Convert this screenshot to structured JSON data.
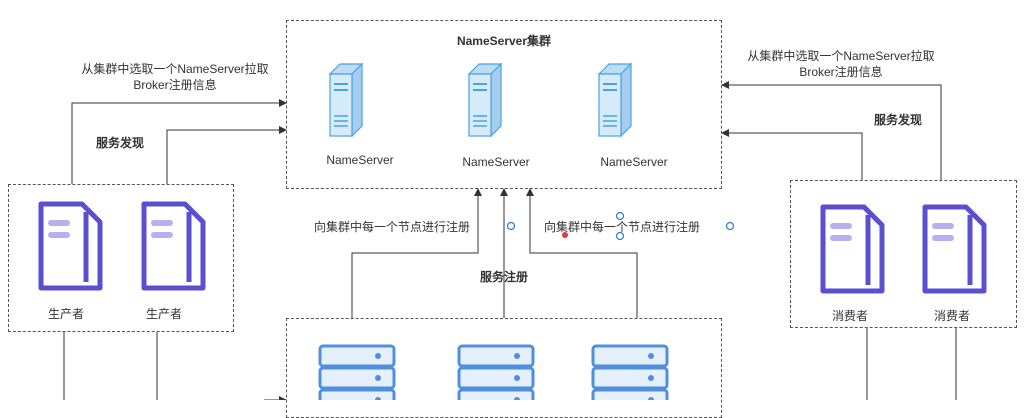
{
  "nameserver_cluster": {
    "title": "NameServer集群",
    "nodes": [
      "NameServer",
      "NameServer",
      "NameServer"
    ]
  },
  "left": {
    "pull_text": "从集群中选取一个NameServer拉取\nBroker注册信息",
    "discovery": "服务发现",
    "producers": [
      "生产者",
      "生产者"
    ]
  },
  "right": {
    "pull_text": "从集群中选取一个NameServer拉取\nBroker注册信息",
    "discovery": "服务发现",
    "consumers": [
      "消费者",
      "消费者"
    ]
  },
  "center": {
    "register_each_left": "向集群中每一个节点进行注册",
    "register_each_right": "向集群中每一个节点进行注册",
    "service_register": "服务注册"
  },
  "colors": {
    "server_fill": "#d6ebfa",
    "server_stroke": "#4aa3e0",
    "client_stroke": "#5b4fd1",
    "client_fill": "#ffffff",
    "client_bar": "#b8b0ee",
    "broker_stroke": "#4f8fe0",
    "broker_fill": "#e6f0fc",
    "broker_dot": "#4f8fe0",
    "line": "#333333",
    "marker_blue": "#2a7bd6",
    "marker_red": "#e03a3a"
  },
  "icons": {
    "nameserver": "server-tower-icon",
    "producer": "document-client-icon",
    "consumer": "document-client-icon",
    "broker": "server-rack-icon"
  }
}
